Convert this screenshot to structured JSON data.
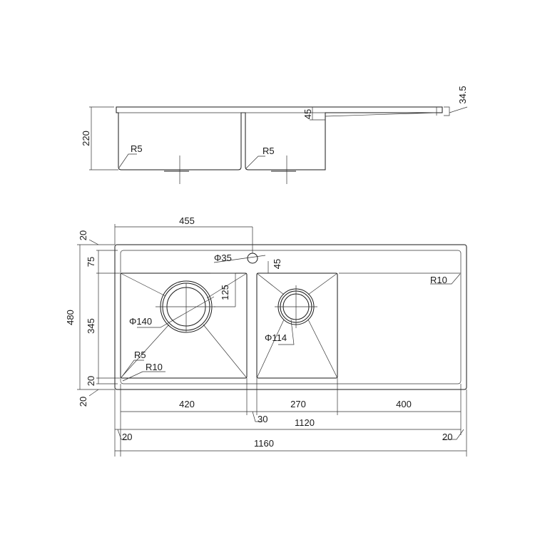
{
  "side_view": {
    "height": "220",
    "radius_left": "R5",
    "radius_right": "R5",
    "ledge_depth": "45",
    "thickness": "34.5"
  },
  "plan_view": {
    "faucet_offset": "455",
    "top_flange": "20",
    "top_margin": "75",
    "overall_depth": "480",
    "bowl_depth": "345",
    "bottom_margin": "20",
    "bottom_flange": "20",
    "faucet_hole": "Φ35",
    "faucet_to_bowl": "45",
    "drain_offset": "125",
    "left_drain": "Φ140",
    "right_drain": "Φ114",
    "corner_small": "R5",
    "corner_large": "R10",
    "drainboard_radius": "R10",
    "left_bowl_width": "420",
    "right_bowl_width": "270",
    "drainboard_width": "400",
    "divider": "30",
    "inner_width": "1120",
    "left_flange": "20",
    "right_flange": "20",
    "overall_width": "1160"
  }
}
